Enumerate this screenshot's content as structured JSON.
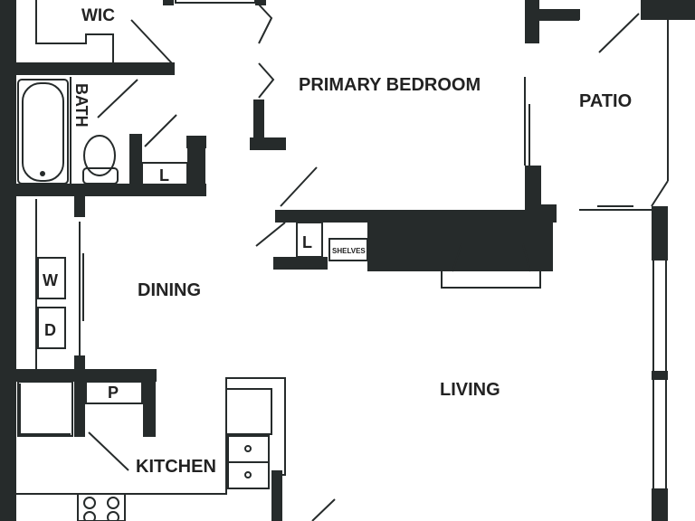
{
  "colors": {
    "wall": "#262b2b",
    "line": "#262b2b",
    "background": "#ffffff"
  },
  "rooms": {
    "wic": "WIC",
    "bath": "BATH",
    "primary_bedroom": "PRIMARY BEDROOM",
    "patio": "PATIO",
    "dining": "DINING",
    "living": "LIVING",
    "kitchen": "KITCHEN"
  },
  "fixtures": {
    "linen_bath": "L",
    "linen_hall": "L",
    "shelves": "SHELVES",
    "washer": "W",
    "dryer": "D",
    "pantry": "P"
  }
}
